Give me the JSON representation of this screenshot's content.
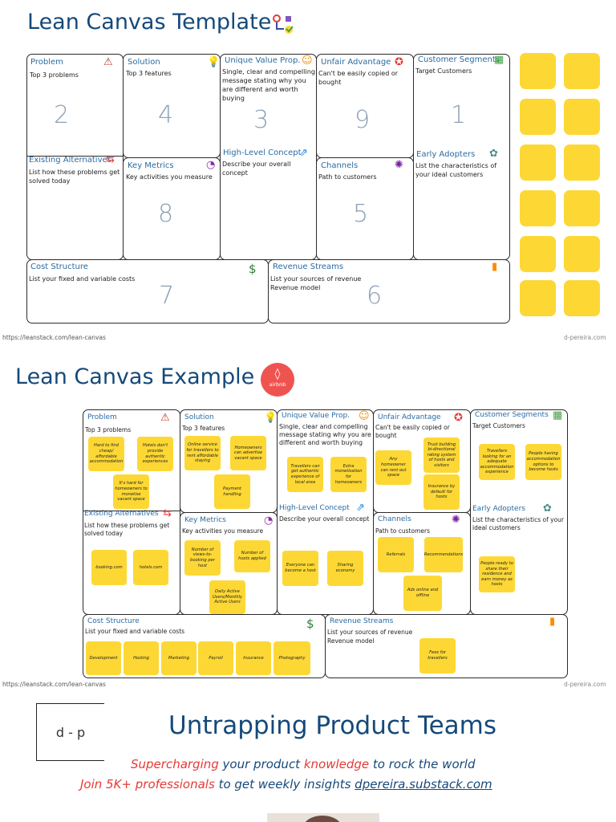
{
  "template": {
    "title": "Lean Canvas Template",
    "problem": {
      "label": "Problem",
      "text": "Top 3 problems",
      "num": "2"
    },
    "solution": {
      "label": "Solution",
      "text": "Top 3 features",
      "num": "4"
    },
    "uvp": {
      "label": "Unique Value Prop.",
      "text": "Single, clear and compelling message stating why you are different and worth buying",
      "num": "3"
    },
    "unfair": {
      "label": "Unfair Advantage",
      "text": "Can't be easily copied or bought",
      "num": "9"
    },
    "segments": {
      "label": "Customer Segments",
      "text": "Target Customers",
      "num": "1"
    },
    "alternatives": {
      "label": "Existing Alternatives",
      "text": "List how these problems get solved today"
    },
    "metrics": {
      "label": "Key Metrics",
      "text": "Key activities you measure",
      "num": "8"
    },
    "highlevel": {
      "label": "High-Level Concept",
      "text": "Describe your overall concept"
    },
    "channels": {
      "label": "Channels",
      "text": "Path to customers",
      "num": "5"
    },
    "adopters": {
      "label": "Early Adopters",
      "text": "List the characteristics of your ideal customers"
    },
    "cost": {
      "label": "Cost Structure",
      "text": "List your fixed and variable costs",
      "num": "7"
    },
    "revenue": {
      "label": "Revenue Streams",
      "text": "List your sources of revenue",
      "text2": "Revenue model",
      "num": "6"
    },
    "source": "https://leanstack.com/lean-canvas",
    "credit": "d-pereira.com"
  },
  "example": {
    "title": "Lean Canvas Example",
    "logo": "airbnb",
    "problem": {
      "label": "Problem",
      "text": "Top 3 problems"
    },
    "solution": {
      "label": "Solution",
      "text": "Top 3 features"
    },
    "uvp": {
      "label": "Unique Value Prop.",
      "text": "Single, clear and compelling message stating why you are different and worth buying"
    },
    "unfair": {
      "label": "Unfair Advantage",
      "text": "Can't be easily copied or bought"
    },
    "segments": {
      "label": "Customer Segments",
      "text": "Target Customers"
    },
    "alternatives": {
      "label": "Existing Alternatives",
      "text": "List how these problems get solved today"
    },
    "metrics": {
      "label": "Key Metrics",
      "text": "Key activities you measure"
    },
    "highlevel": {
      "label": "High-Level Concept",
      "text": "Describe your overall concept"
    },
    "channels": {
      "label": "Channels",
      "text": "Path to customers"
    },
    "adopters": {
      "label": "Early Adopters",
      "text": "List the characteristics of your ideal customers"
    },
    "cost": {
      "label": "Cost Structure",
      "text": "List your fixed and variable costs"
    },
    "revenue": {
      "label": "Revenue Streams",
      "text": "List your sources of revenue",
      "text2": "Revenue model"
    },
    "notes": {
      "p1": "Hard to find cheap/ affordable accommodation",
      "p2": "Hotels don't provide authentic experiences",
      "p3": "It's hard for homeowners to monetise vacant space",
      "s1": "Online service for travellers to rent affordable staying",
      "s2": "Homeowners can advertise vacant space",
      "s3": "Payment handling",
      "u1": "Travellers can get authentic experience of local area",
      "u2": "Extra monetisation for homeowners",
      "a1": "Any homeowner can rent out space",
      "a2": "Trust building bi-directional rating system of hosts and visitors",
      "a3": "Insurance by default for hosts",
      "c1": "Travellers looking for an adequate accommodation experience",
      "c2": "People having accommodation options to become hosts",
      "e1": "booking.com",
      "e2": "hotels.com",
      "m1": "Number of views-to-booking per host",
      "m2": "Number of hosts applied",
      "m3": "Daily Active Users/Monthly Active Users",
      "h1": "Everyone can become a host",
      "h2": "Sharing economy",
      "ch1": "Referrals",
      "ch2": "Recommendations",
      "ch3": "Ads online and offline",
      "ea1": "People ready to share their residence and earn money as hosts",
      "k1": "Development",
      "k2": "Hosting",
      "k3": "Marketing",
      "k4": "Payroll",
      "k5": "Insurance",
      "k6": "Photography",
      "r1": "Fees for travellers"
    },
    "source": "https://leanstack.com/lean-canvas",
    "credit": "d-pereira.com"
  },
  "promo": {
    "logo": "d - p",
    "title": "Untrapping Product Teams",
    "line1_a": "Supercharging",
    "line1_b": " your product ",
    "line1_c": "knowledge",
    "line1_d": " to rock the world",
    "line2_a": "Join 5K+ professionals",
    "line2_b": " to get weekly insights ",
    "line2_c": "dpereira.substack.com"
  }
}
